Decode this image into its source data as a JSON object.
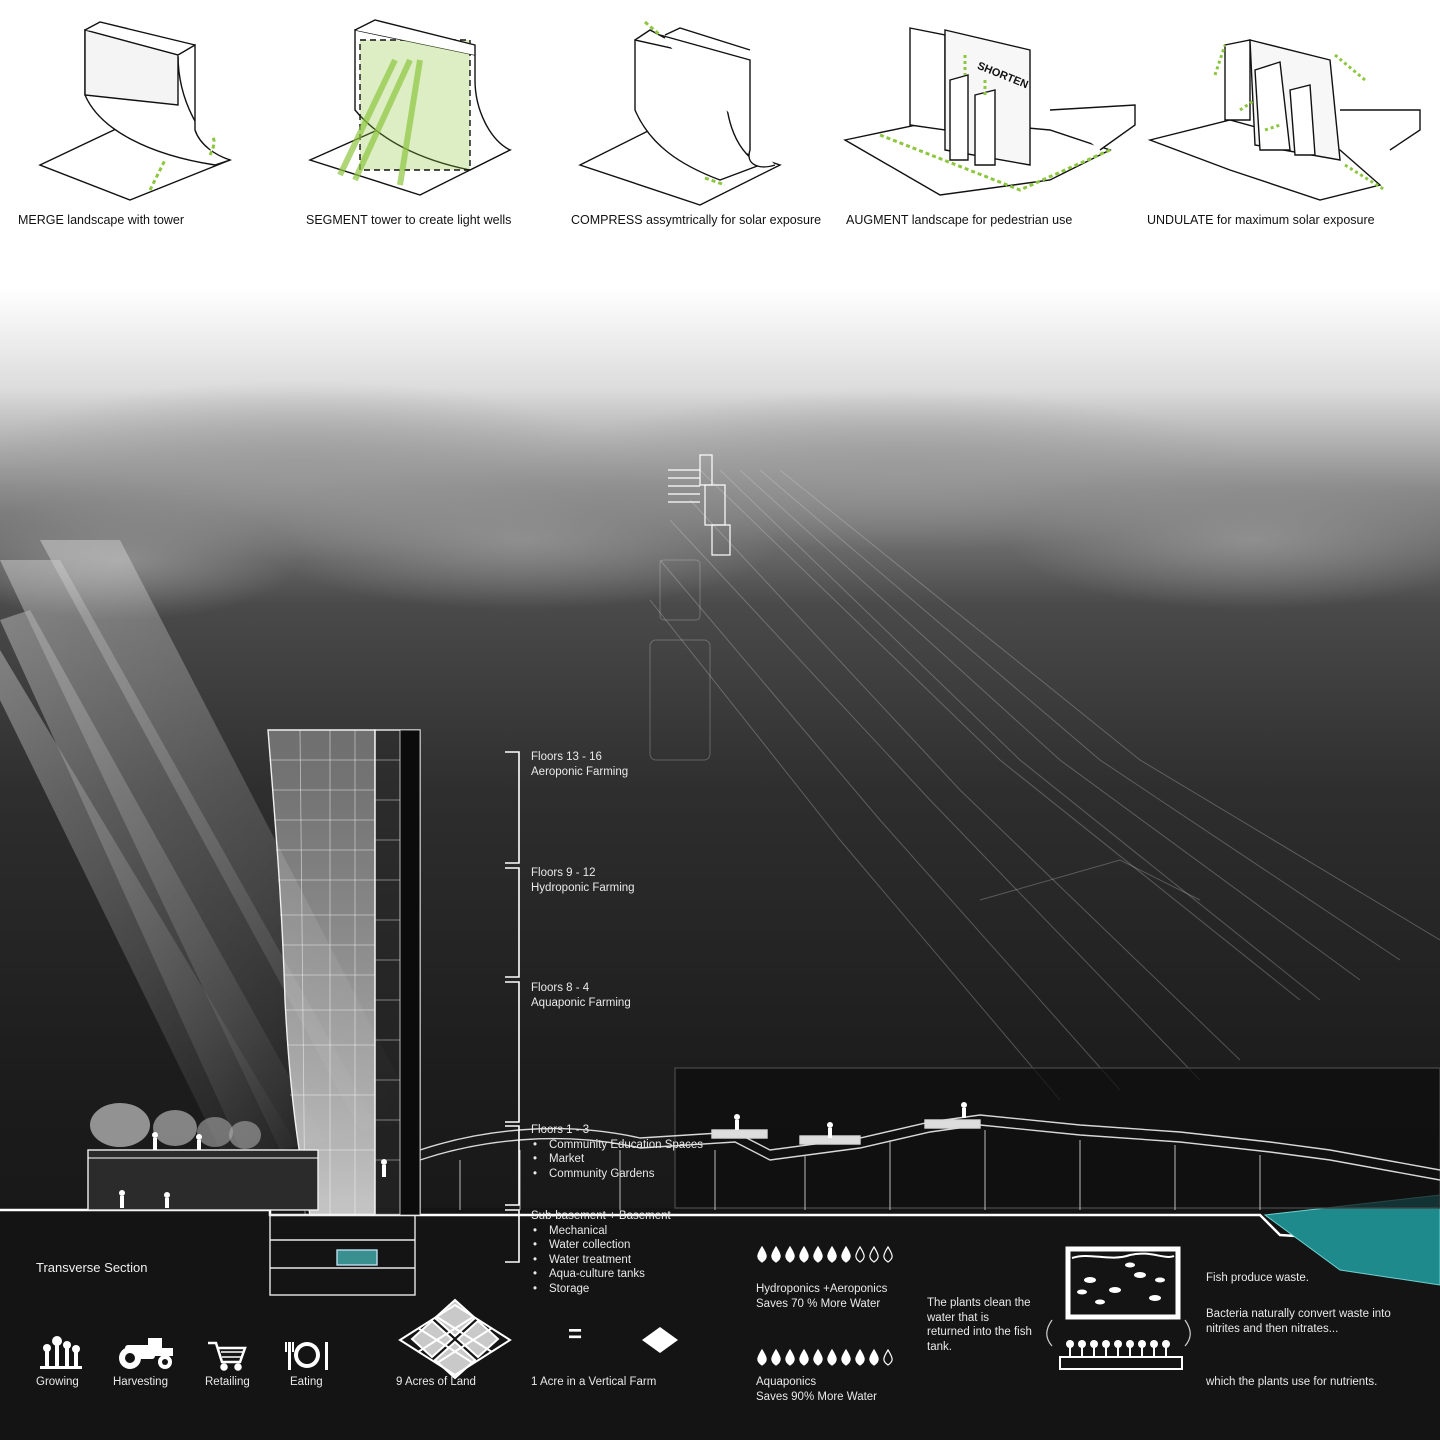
{
  "diagrams": [
    {
      "label": "MERGE landscape with tower"
    },
    {
      "label": "SEGMENT tower to create light wells"
    },
    {
      "label": "COMPRESS assymtrically for solar exposure"
    },
    {
      "label": "AUGMENT landscape for pedestrian use",
      "annotation": "SHORTEN"
    },
    {
      "label": "UNDULATE for maximum solar exposure"
    }
  ],
  "floors": [
    {
      "title": "Floors 13 - 16",
      "desc": "Aeroponic Farming"
    },
    {
      "title": "Floors 9 - 12",
      "desc": "Hydroponic Farming"
    },
    {
      "title": "Floors 8 - 4",
      "desc": "Aquaponic Farming"
    },
    {
      "title": "Floors 1 - 3",
      "items": [
        "Community Education Spaces",
        "Market",
        "Community Gardens"
      ]
    },
    {
      "title": "Sub-basement + Basement",
      "items": [
        "Mechanical",
        "Water collection",
        "Water treatment",
        "Aqua-culture tanks",
        "Storage"
      ]
    }
  ],
  "section_title": "Transverse Section",
  "icons": [
    {
      "label": "Growing",
      "icon": "plants-icon"
    },
    {
      "label": "Harvesting",
      "icon": "tractor-icon"
    },
    {
      "label": "Retailing",
      "icon": "shopping-cart-icon"
    },
    {
      "label": "Eating",
      "icon": "plate-cutlery-icon"
    }
  ],
  "land": {
    "left_label": "9 Acres of Land",
    "equals": "=",
    "right_label": "1 Acre in a Vertical Farm"
  },
  "water": [
    {
      "line1": "Hydroponics +Aeroponics",
      "line2": "Saves 70 % More Water",
      "filled": 7,
      "total": 10
    },
    {
      "line1": "Aquaponics",
      "line2": "Saves 90% More Water",
      "filled": 9,
      "total": 10
    }
  ],
  "cycle": {
    "plants_text": [
      "The plants clean the",
      "water that is",
      "returned into the fish",
      "tank."
    ],
    "fish_waste": "Fish produce waste.",
    "bacteria": [
      "Bacteria naturally convert waste into",
      "nitrites and then nitrates..."
    ],
    "nutrients": "which the plants use for nutrients."
  },
  "colors": {
    "accent_green": "#8dc63f",
    "water_teal": "#1e8a8c",
    "dark": "#141414"
  }
}
